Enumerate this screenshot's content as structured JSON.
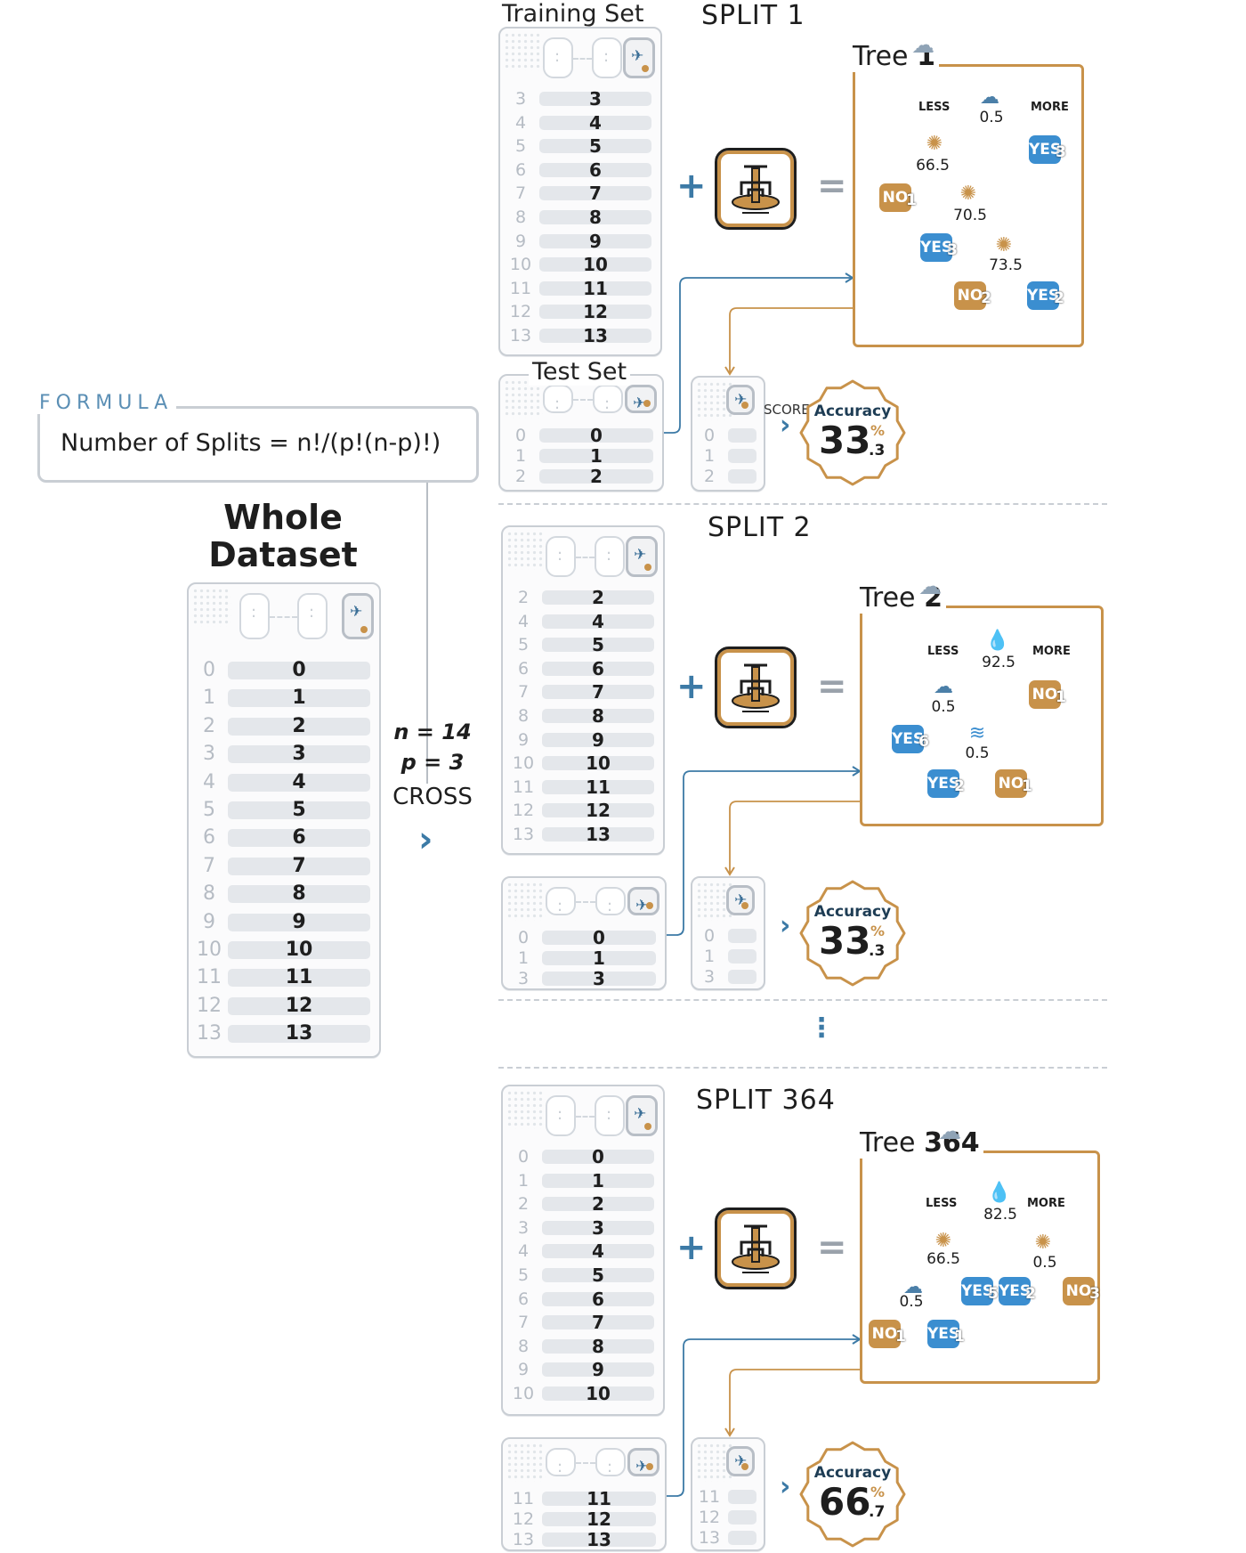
{
  "formula": {
    "legend": "FORMULA",
    "text": "Number of Splits = n!/(p!(n-p)!)"
  },
  "whole": {
    "title_line1": "Whole",
    "title_line2": "Dataset",
    "rows": [
      [
        "0",
        "0"
      ],
      [
        "1",
        "1"
      ],
      [
        "2",
        "2"
      ],
      [
        "3",
        "3"
      ],
      [
        "4",
        "4"
      ],
      [
        "5",
        "5"
      ],
      [
        "6",
        "6"
      ],
      [
        "7",
        "7"
      ],
      [
        "8",
        "8"
      ],
      [
        "9",
        "9"
      ],
      [
        "10",
        "10"
      ],
      [
        "11",
        "11"
      ],
      [
        "12",
        "12"
      ],
      [
        "13",
        "13"
      ]
    ]
  },
  "params": {
    "n": "n = 14",
    "p": "p = 3",
    "method": "CROSS"
  },
  "labels": {
    "training_set": "Training Set",
    "test_set": "Test Set",
    "score": "SCORE",
    "ellipsis": "⋮"
  },
  "splits": [
    {
      "title": "SPLIT 1",
      "train_rows": [
        [
          "3",
          "3"
        ],
        [
          "4",
          "4"
        ],
        [
          "5",
          "5"
        ],
        [
          "6",
          "6"
        ],
        [
          "7",
          "7"
        ],
        [
          "8",
          "8"
        ],
        [
          "9",
          "9"
        ],
        [
          "10",
          "10"
        ],
        [
          "11",
          "11"
        ],
        [
          "12",
          "12"
        ],
        [
          "13",
          "13"
        ]
      ],
      "test_rows": [
        [
          "0",
          "0"
        ],
        [
          "1",
          "1"
        ],
        [
          "2",
          "2"
        ]
      ],
      "tree_label": "Tree",
      "tree_num": "1",
      "less": "LESS",
      "more": "MORE",
      "thresholds": [
        "0.5",
        "66.5",
        "70.5",
        "73.5"
      ],
      "leaves": [
        [
          "YES",
          "3"
        ],
        [
          "NO",
          "1"
        ],
        [
          "YES",
          "3"
        ],
        [
          "NO",
          "2"
        ],
        [
          "YES",
          "2"
        ]
      ],
      "accuracy_label": "Accuracy",
      "accuracy_int": "33",
      "accuracy_pct": "%",
      "accuracy_dec": ".3"
    },
    {
      "title": "SPLIT 2",
      "train_rows": [
        [
          "2",
          "2"
        ],
        [
          "4",
          "4"
        ],
        [
          "5",
          "5"
        ],
        [
          "6",
          "6"
        ],
        [
          "7",
          "7"
        ],
        [
          "8",
          "8"
        ],
        [
          "9",
          "9"
        ],
        [
          "10",
          "10"
        ],
        [
          "11",
          "11"
        ],
        [
          "12",
          "12"
        ],
        [
          "13",
          "13"
        ]
      ],
      "test_rows": [
        [
          "0",
          "0"
        ],
        [
          "1",
          "1"
        ],
        [
          "3",
          "3"
        ]
      ],
      "tree_label": "Tree",
      "tree_num": "2",
      "less": "LESS",
      "more": "MORE",
      "thresholds": [
        "92.5",
        "0.5",
        "0.5"
      ],
      "leaves": [
        [
          "NO",
          "1"
        ],
        [
          "YES",
          "6"
        ],
        [
          "YES",
          "2"
        ],
        [
          "NO",
          "1"
        ]
      ],
      "accuracy_label": "Accuracy",
      "accuracy_int": "33",
      "accuracy_pct": "%",
      "accuracy_dec": ".3"
    },
    {
      "title": "SPLIT 364",
      "train_rows": [
        [
          "0",
          "0"
        ],
        [
          "1",
          "1"
        ],
        [
          "2",
          "2"
        ],
        [
          "3",
          "3"
        ],
        [
          "4",
          "4"
        ],
        [
          "5",
          "5"
        ],
        [
          "6",
          "6"
        ],
        [
          "7",
          "7"
        ],
        [
          "8",
          "8"
        ],
        [
          "9",
          "9"
        ],
        [
          "10",
          "10"
        ]
      ],
      "test_rows": [
        [
          "11",
          "11"
        ],
        [
          "12",
          "12"
        ],
        [
          "13",
          "13"
        ]
      ],
      "tree_label": "Tree",
      "tree_num": "364",
      "less": "LESS",
      "more": "MORE",
      "thresholds": [
        "82.5",
        "66.5",
        "0.5",
        "0.5"
      ],
      "leaves": [
        [
          "YES",
          "5"
        ],
        [
          "YES",
          "2"
        ],
        [
          "NO",
          "3"
        ],
        [
          "NO",
          "1"
        ],
        [
          "YES",
          "1"
        ]
      ],
      "accuracy_label": "Accuracy",
      "accuracy_int": "66",
      "accuracy_pct": "%",
      "accuracy_dec": ".7"
    }
  ],
  "colors": {
    "blue": "#3b8ed0",
    "gold": "#c8924a",
    "panel_border": "#c9ced4"
  },
  "icons": {
    "node_icons": [
      "cloud-icon",
      "sun-icon",
      "humidity-icon",
      "wind-icon"
    ],
    "algorithm": "decision-tree-algorithm-icon",
    "target": "target-column-icon"
  }
}
